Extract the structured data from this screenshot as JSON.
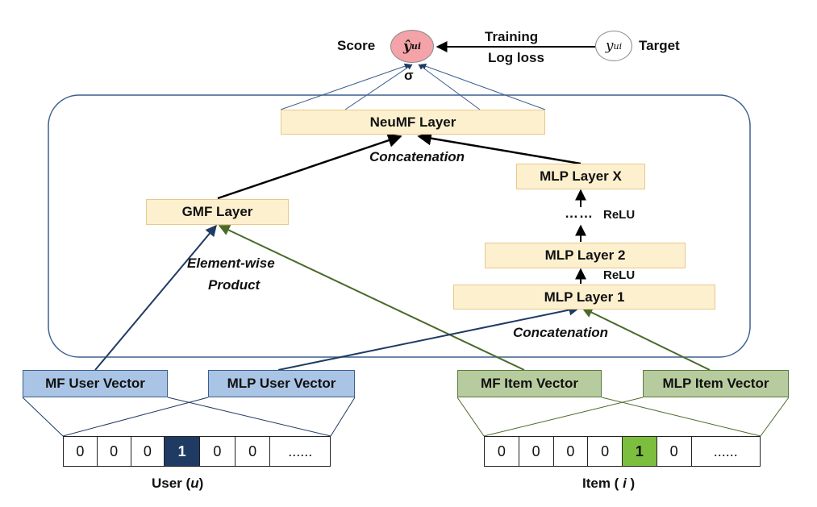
{
  "top": {
    "score_label": "Score",
    "score_node": "ŷ",
    "score_sub": "ui",
    "target_node": "y",
    "target_sub": "ui",
    "target_label": "Target",
    "training_line1": "Training",
    "training_line2": "Log loss",
    "sigma": "σ"
  },
  "layers": {
    "neumf": "NeuMF Layer",
    "gmf": "GMF Layer",
    "mlp_x": "MLP Layer X",
    "mlp_2": "MLP Layer 2",
    "mlp_1": "MLP Layer 1"
  },
  "annotations": {
    "concat_top": "Concatenation",
    "concat_bottom": "Concatenation",
    "dots": "……",
    "relu_top": "ReLU",
    "relu_bottom": "ReLU",
    "elementwise_line1": "Element-wise",
    "elementwise_line2": "Product"
  },
  "vectors": {
    "mf_user": "MF User Vector",
    "mlp_user": "MLP User Vector",
    "mf_item": "MF Item Vector",
    "mlp_item": "MLP Item Vector"
  },
  "user_input": {
    "cells": [
      "0",
      "0",
      "0",
      "1",
      "0",
      "0",
      "......"
    ],
    "hot_index": 3,
    "label": "User (",
    "label_var": "u",
    "label_end": ")"
  },
  "item_input": {
    "cells": [
      "0",
      "0",
      "0",
      "0",
      "1",
      "0",
      "......"
    ],
    "hot_index": 4,
    "label": "Item ( ",
    "label_var": "i",
    "label_end": " )"
  },
  "colors": {
    "user_edge": "#1f3b63",
    "item_edge": "#4a6a2a",
    "panel_border": "#3b5f8f",
    "score_fill": "#f4a3a8"
  }
}
